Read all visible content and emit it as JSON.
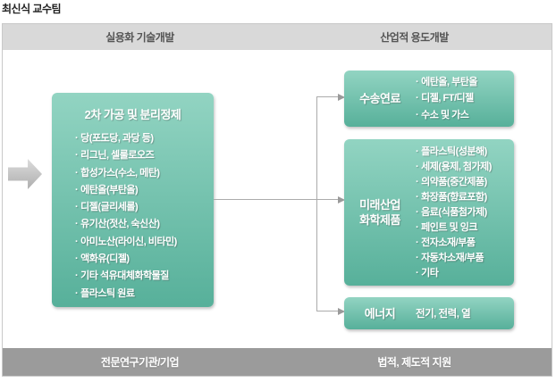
{
  "page_title": "최신식 교수팀",
  "glyphs": {
    "bullet": "·"
  },
  "header": {
    "left_label": "실용화 기술개발",
    "right_label": "산업적 용도개발"
  },
  "footer": {
    "left_label": "전문연구기관/기업",
    "right_label": "법적, 제도적 지원"
  },
  "process_box": {
    "title": "2차 가공 및 분리정제",
    "items": [
      "당(포도당, 과당 등)",
      "리그닌, 셀룰로오즈",
      "합성가스(수소, 메탄)",
      "에탄올(부탄올)",
      "디젤(글리세롤)",
      "유기산(젓산, 숙신산)",
      "아미노산(라이신, 비타민)",
      "액화유(디젤)",
      "기타 석유대체화학물질",
      "플라스틱 원료"
    ]
  },
  "outputs": {
    "transport": {
      "label": "수송연료",
      "items": [
        "에탄올, 부탄올",
        "디젤, FT/디젤",
        "수소 및 가스"
      ]
    },
    "future": {
      "label_line1": "미래산업",
      "label_line2": "화학제품",
      "items": [
        "플라스틱(성분해)",
        "세제(용제, 첨가제)",
        "의약품(중간제품)",
        "화장품(향료포함)",
        "음료(식품첨가제)",
        "페인트 및 잉크",
        "전자소재/부품",
        "자동차소재/부품",
        "기타"
      ]
    },
    "energy": {
      "label": "에너지",
      "text": "전기, 전력, 열"
    }
  },
  "colors": {
    "box_gradient_top": "#92d4c2",
    "box_gradient_bottom": "#57b09a",
    "header_bar": "#d9d9d9",
    "footer_bar": "#9b9b9b",
    "connector": "#ababab",
    "page_background": "#ffffff"
  }
}
